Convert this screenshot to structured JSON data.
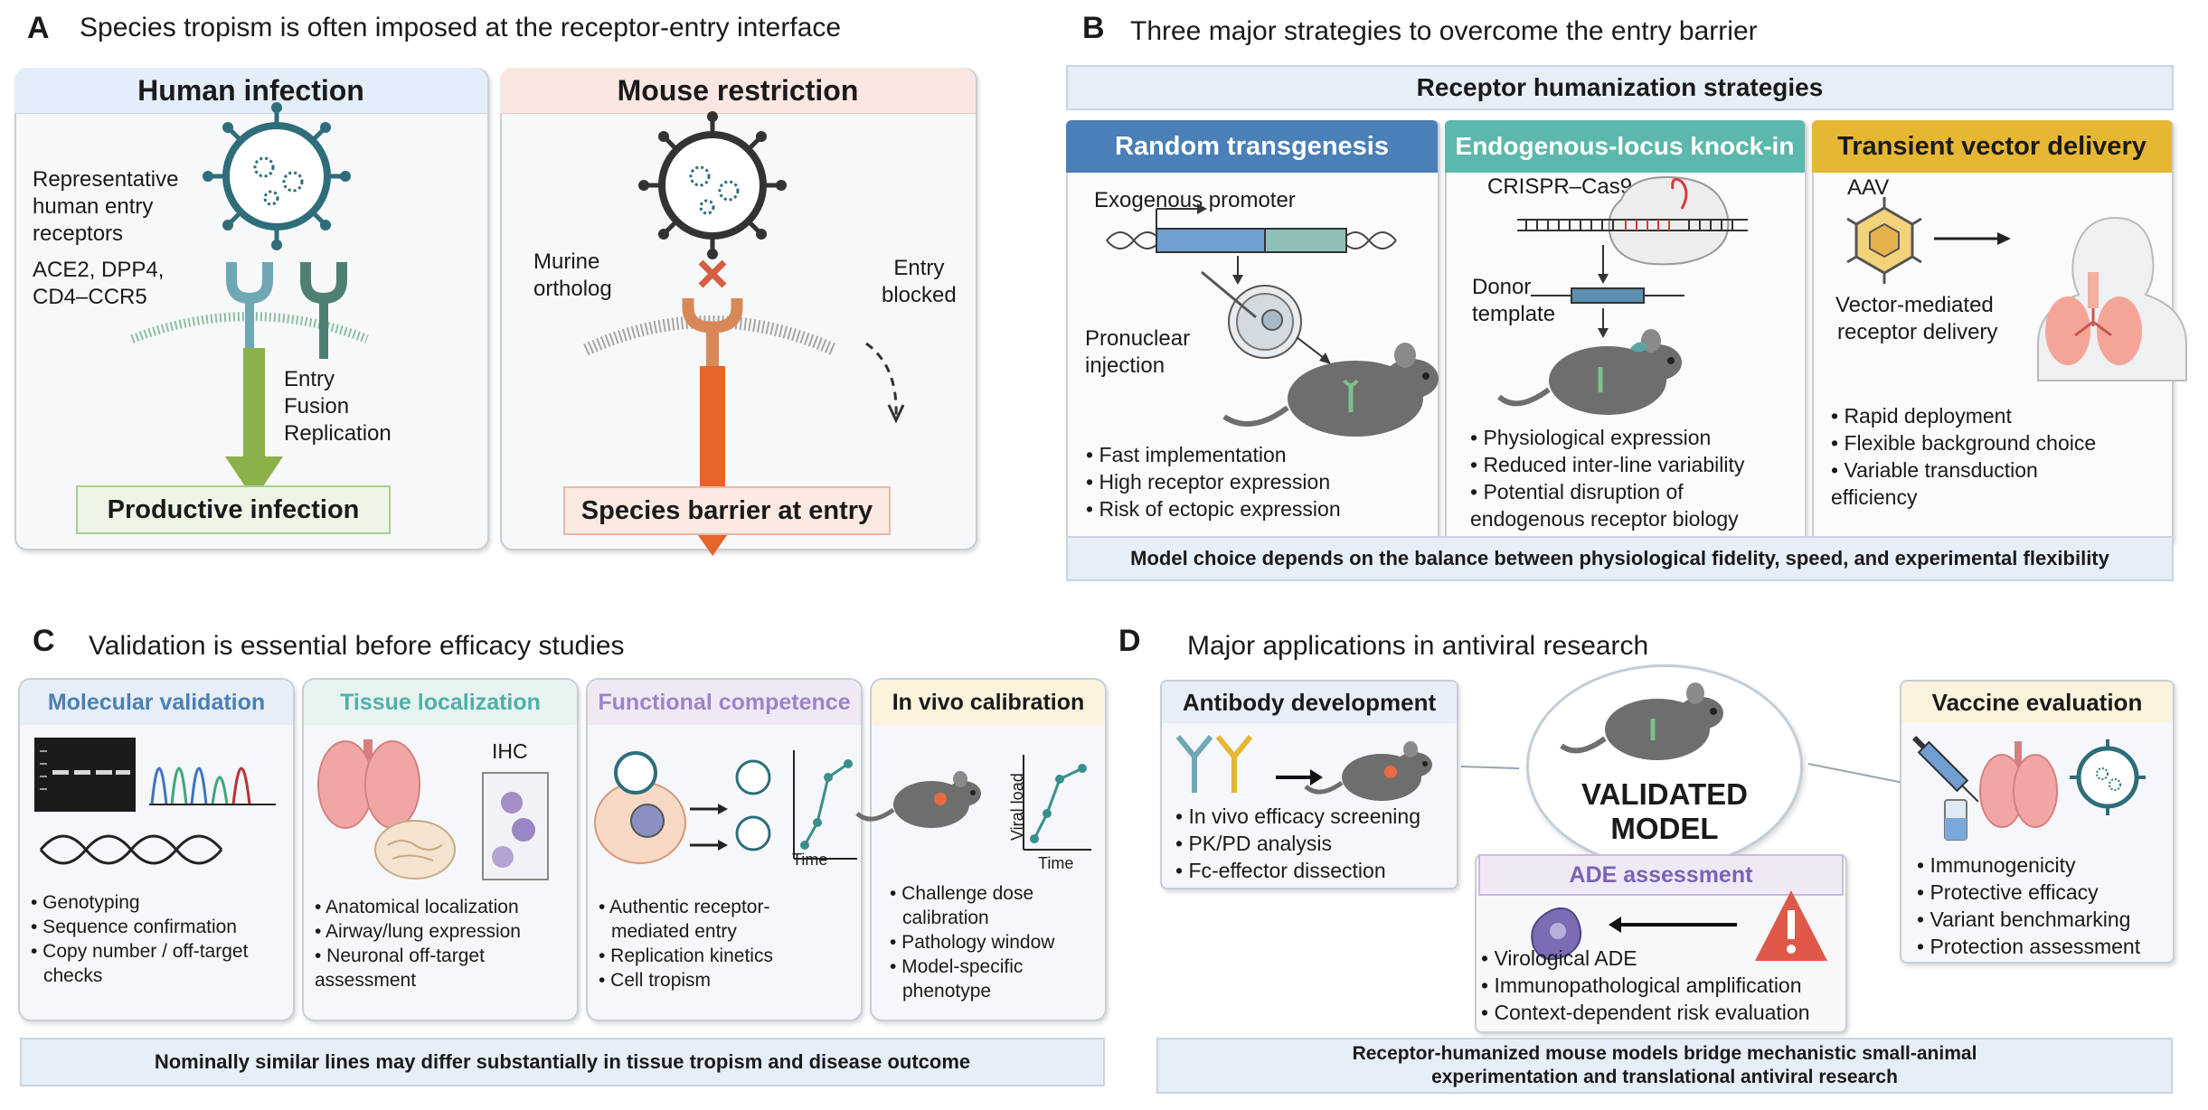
{
  "panelA": {
    "letter": "A",
    "title": "Species tropism is often imposed at the receptor-entry interface",
    "human": {
      "title": "Human infection",
      "receptor_text": [
        "Representative",
        "human entry",
        "receptors"
      ],
      "receptors": [
        "ACE2, DPP4,",
        "CD4–CCR5"
      ],
      "steps": [
        "Entry",
        "Fusion",
        "Replication"
      ],
      "outcome": "Productive infection"
    },
    "mouse": {
      "title": "Mouse restriction",
      "ortholog": [
        "Murine",
        "ortholog"
      ],
      "blocked": [
        "Entry",
        "blocked"
      ],
      "outcome": "Species barrier at entry"
    }
  },
  "panelB": {
    "letter": "B",
    "title": "Three major strategies to overcome the entry barrier",
    "header": "Receptor humanization strategies",
    "strategies": [
      {
        "title": "Random transgenesis",
        "labels": [
          "Exogenous promoter",
          "Pronuclear",
          "injection"
        ],
        "bullets": [
          "• Fast implementation",
          "• High receptor expression",
          "• Risk of ectopic expression"
        ]
      },
      {
        "title": "Endogenous-locus knock-in",
        "labels": [
          "CRISPR–Cas9",
          "Donor",
          "template"
        ],
        "bullets": [
          "• Physiological expression",
          "• Reduced inter-line variability",
          "• Potential disruption of",
          "endogenous receptor biology"
        ]
      },
      {
        "title": "Transient vector delivery",
        "labels": [
          "AAV",
          "Vector-mediated",
          "receptor delivery"
        ],
        "bullets": [
          "• Rapid deployment",
          "• Flexible background choice",
          "• Variable transduction",
          "efficiency"
        ]
      }
    ],
    "footer": "Model choice depends on the balance between physiological fidelity, speed, and experimental flexibility"
  },
  "panelC": {
    "letter": "C",
    "title": "Validation is essential before efficacy studies",
    "cards": [
      {
        "title": "Molecular validation",
        "color": "#4a7fb7",
        "bullets": [
          "• Genotyping",
          "• Sequence confirmation",
          "• Copy number / off-target",
          "checks"
        ]
      },
      {
        "title": "Tissue localization",
        "color": "#4fb0a7",
        "extra": "IHC",
        "bullets": [
          "• Anatomical localization",
          "• Airway/lung expression",
          "• Neuronal off-target",
          "assessment"
        ]
      },
      {
        "title": "Functional competence",
        "color": "#9c83c9",
        "axis": "Time",
        "bullets": [
          "• Authentic receptor-",
          "mediated entry",
          "• Replication kinetics",
          "• Cell tropism"
        ]
      },
      {
        "title": "In vivo calibration",
        "color": "#1a1a1a",
        "axis_x": "Time",
        "axis_y": "Viral load",
        "bullets": [
          "• Challenge dose",
          "calibration",
          "• Pathology window",
          "• Model-specific",
          "phenotype"
        ]
      }
    ],
    "footer": "Nominally similar lines may differ substantially in tissue tropism and disease outcome"
  },
  "panelD": {
    "letter": "D",
    "title": "Major applications in antiviral research",
    "center": [
      "VALIDATED",
      "MODEL"
    ],
    "antibody": {
      "title": "Antibody development",
      "bullets": [
        "• In vivo efficacy screening",
        "• PK/PD analysis",
        "• Fc-effector dissection"
      ]
    },
    "vaccine": {
      "title": "Vaccine evaluation",
      "bullets": [
        "• Immunogenicity",
        "• Protective efficacy",
        "• Variant benchmarking",
        "• Protection assessment"
      ]
    },
    "ade": {
      "title": "ADE assessment",
      "bullets": [
        "• Virological ADE",
        "• Immunopathological amplification",
        "• Context-dependent risk evaluation"
      ]
    },
    "footer": [
      "Receptor-humanized mouse models bridge mechanistic small-animal",
      "experimentation and translational antiviral research"
    ]
  }
}
